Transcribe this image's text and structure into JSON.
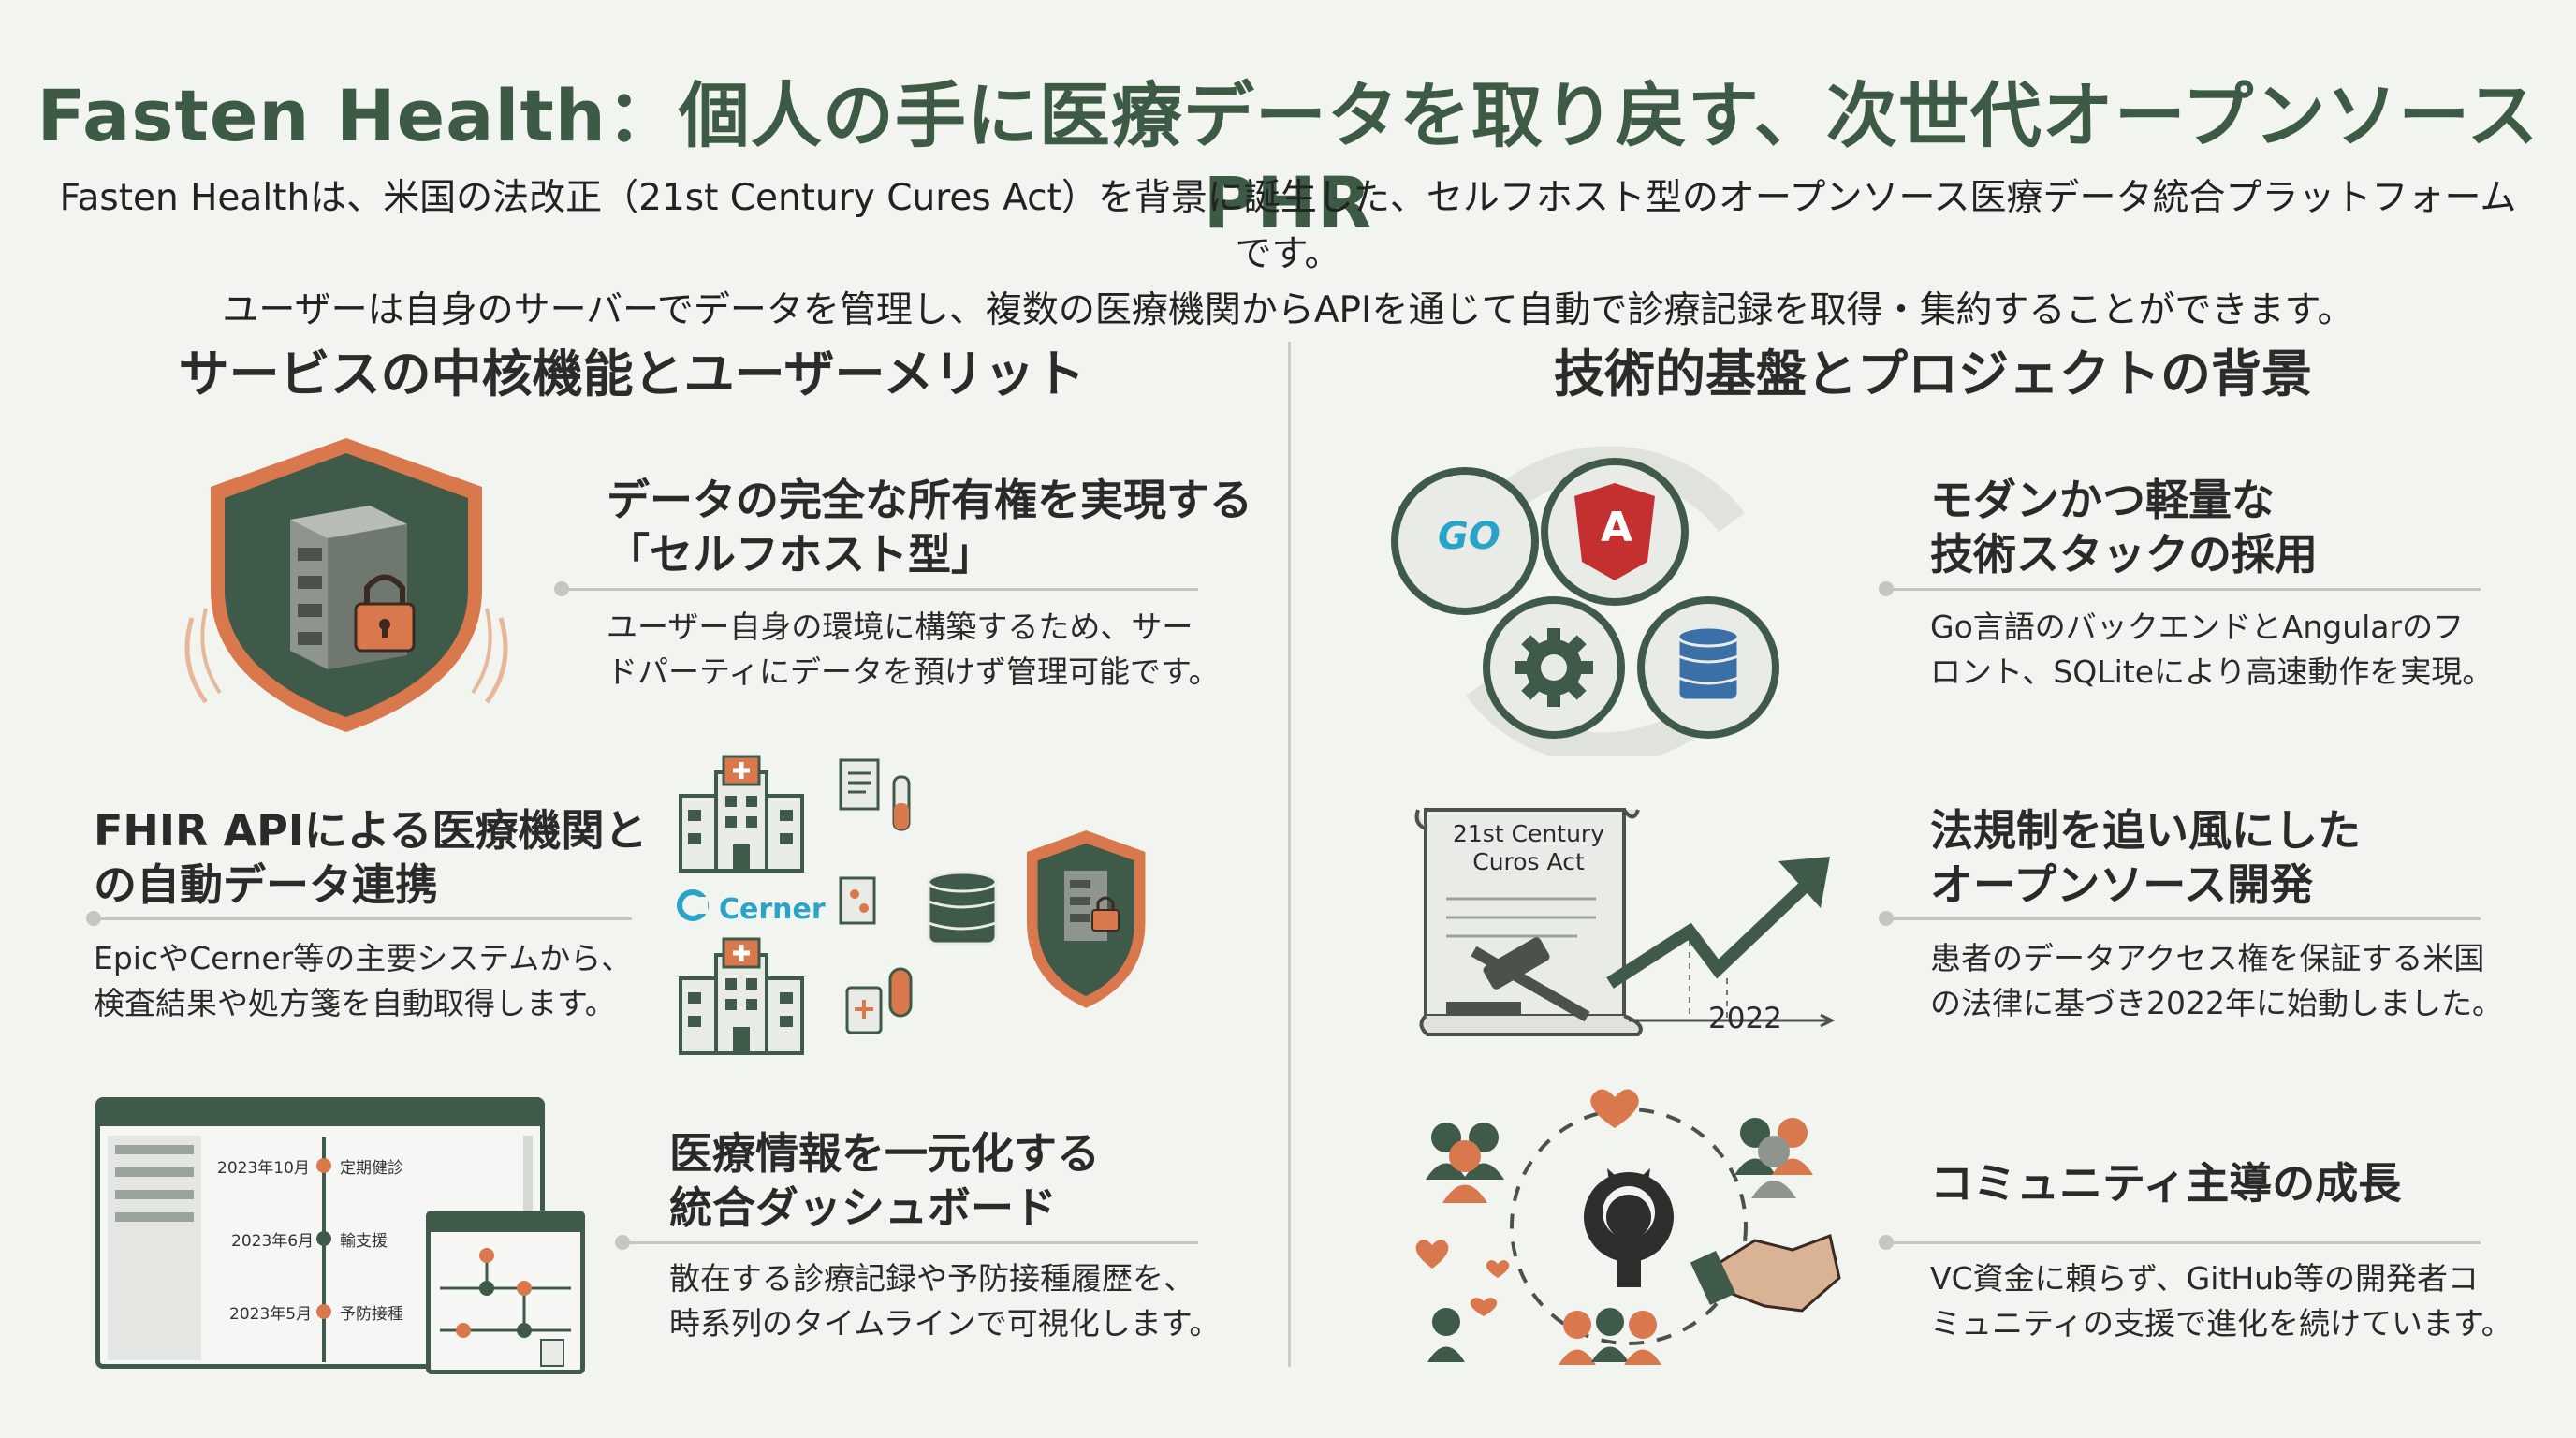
{
  "header": {
    "title": "Fasten Health：個人の手に医療データを取り戻す、次世代オープンソースPHR",
    "intro_line1": "Fasten Healthは、米国の法改正（21st Century Cures Act）を背景に誕生した、セルフホスト型のオープンソース医療データ統合プラットフォームです。",
    "intro_line2": "ユーザーは自身のサーバーでデータを管理し、複数の医療機関からAPIを通じて自動で診療記録を取得・集約することができます。"
  },
  "left": {
    "section_title": "サービスの中核機能とユーザーメリット",
    "items": [
      {
        "title_line1": "データの完全な所有権を実現する",
        "title_line2": "「セルフホスト型」",
        "desc_line1": "ユーザー自身の環境に構築するため、サー",
        "desc_line2": "ドパーティにデータを預けず管理可能です。"
      },
      {
        "title_line1": "FHIR APIによる医療機関と",
        "title_line2": "の自動データ連携",
        "desc_line1": "EpicやCerner等の主要システムから、",
        "desc_line2": "検査結果や処方箋を自動取得します。"
      },
      {
        "title_line1": "医療情報を一元化する",
        "title_line2": "統合ダッシュボード",
        "desc_line1": "散在する診療記録や予防接種履歴を、",
        "desc_line2": "時系列のタイムラインで可視化します。"
      }
    ],
    "cerner_label": "Cerner",
    "timeline": [
      {
        "date": "2023年10月",
        "event": "定期健診"
      },
      {
        "date": "2023年6月",
        "event": "輸支援"
      },
      {
        "date": "2023年5月",
        "event": "予防接種"
      }
    ]
  },
  "right": {
    "section_title": "技術的基盤とプロジェクトの背景",
    "items": [
      {
        "title_line1": "モダンかつ軽量な",
        "title_line2": "技術スタックの採用",
        "desc_line1": "Go言語のバックエンドとAngularのフ",
        "desc_line2": "ロント、SQLiteにより高速動作を実現。"
      },
      {
        "title_line1": "法規制を追い風にした",
        "title_line2": "オープンソース開発",
        "desc_line1": "患者のデータアクセス権を保証する米国",
        "desc_line2": "の法律に基づき2022年に始動しました。"
      },
      {
        "title_line1": "コミュニティ主導の成長",
        "title_line2": "",
        "desc_line1": "VC資金に頼らず、GitHub等の開発者コ",
        "desc_line2": "ミュニティの支援で進化を続けています。"
      }
    ],
    "go_label": "GO",
    "angular_label": "A",
    "scroll_line1": "21st Century",
    "scroll_line2": "Curos Act",
    "year_label": "2022"
  },
  "colors": {
    "green_dark": "#3f5a48",
    "orange": "#d9784d",
    "title_green": "#3d5a45",
    "go_blue": "#2aa3c9",
    "angular_red": "#c3302f"
  }
}
